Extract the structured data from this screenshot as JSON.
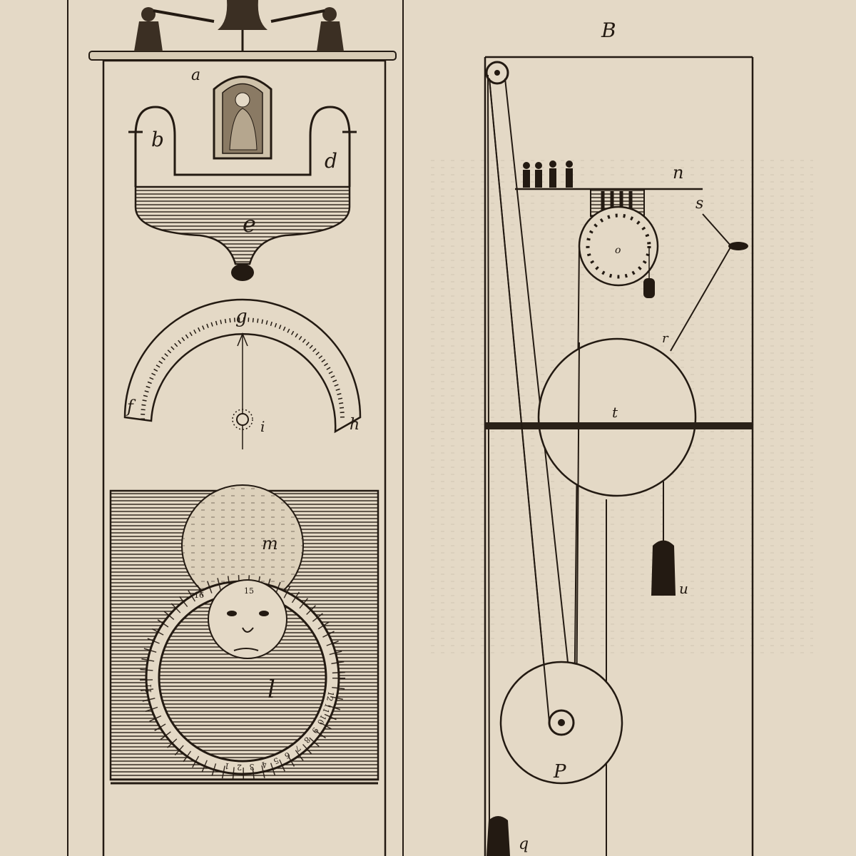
{
  "figure": {
    "panel_b_title": "B",
    "labels_left": {
      "a": "a",
      "b": "b",
      "d": "d",
      "e": "e",
      "g": "g",
      "f": "f",
      "h": "h",
      "i": "i",
      "m": "m",
      "l": "l"
    },
    "labels_right": {
      "n": "n",
      "s": "s",
      "o": "o",
      "r": "r",
      "t": "t",
      "u": "u",
      "p": "P",
      "q": "q"
    },
    "dial_numbers": [
      "1",
      "2",
      "3",
      "4",
      "5",
      "6",
      "7",
      "8",
      "9",
      "10",
      "11",
      "12"
    ],
    "dial_top_numbers": [
      "16",
      "15"
    ],
    "dial_left_number": "11"
  },
  "colors": {
    "paper": "#e4d9c6",
    "ink": "#231a12",
    "water": "#6a5a48"
  }
}
